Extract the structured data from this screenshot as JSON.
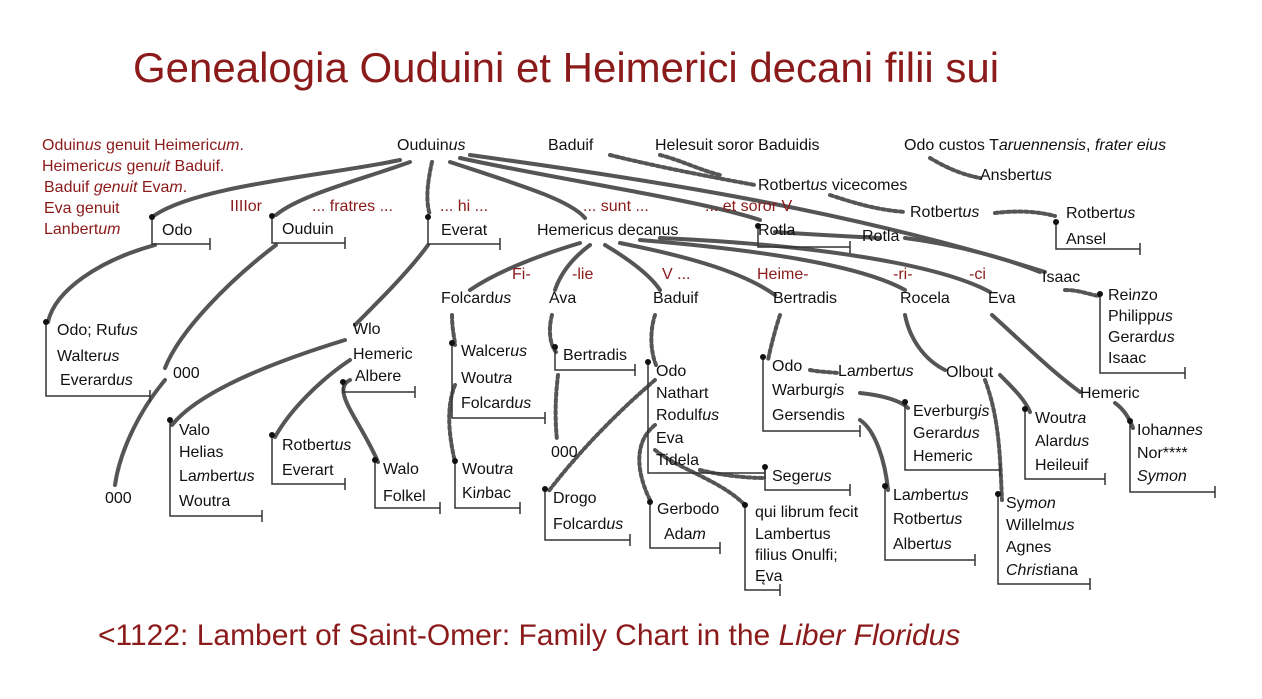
{
  "title": "Genealogia Ouduini et Heimerici decani filii sui",
  "caption": "<1122: Lambert of Saint-Omer: Family Chart in the <i>Liber Floridus</i>",
  "labels": [
    {
      "id": "intro1",
      "text": "Oduin<i>us</i> genuit Heimeric<i>um</i>.",
      "red": true
    },
    {
      "id": "intro2",
      "text": "Heimeric<i>us</i> gen<i>uit</i> Baduif.",
      "red": true
    },
    {
      "id": "intro3",
      "text": "Baduif <i>genuit</i> Eva<i>m</i>.",
      "red": true
    },
    {
      "id": "intro4",
      "text": "Eva genuit",
      "red": true
    },
    {
      "id": "intro5",
      "text": "Lanbert<i>um</i>",
      "red": true
    },
    {
      "id": "ouduinus",
      "text": "Ouduin<i>us</i>"
    },
    {
      "id": "baduif-top",
      "text": "Baduif"
    },
    {
      "id": "helesuit",
      "text": "Helesuit soror Baduidis"
    },
    {
      "id": "odo-custos",
      "text": "Odo custos T<i>aruennensis</i>, <i>frater eius</i>"
    },
    {
      "id": "ansbertus",
      "text": "Ansbert<i>us</i>"
    },
    {
      "id": "rotbertus-vicecomes",
      "text": "Rotbert<i>us</i> vicecomes"
    },
    {
      "id": "rotbertus-2",
      "text": "Rotbert<i>us</i>"
    },
    {
      "id": "rotbertus-3",
      "text": "Rotbert<i>us</i>"
    },
    {
      "id": "ansel",
      "text": "Ansel"
    },
    {
      "id": "iiiilor",
      "text": "IIIIor",
      "red": true
    },
    {
      "id": "fratres",
      "text": "... fratres ...",
      "red": true
    },
    {
      "id": "hi",
      "text": "... hi ...",
      "red": true
    },
    {
      "id": "sunt",
      "text": "... sunt ...",
      "red": true
    },
    {
      "id": "et-soror",
      "text": "... et soror V",
      "red": true
    },
    {
      "id": "odo-1",
      "text": "Odo"
    },
    {
      "id": "ouduin",
      "text": "Ouduin"
    },
    {
      "id": "everat",
      "text": "Everat"
    },
    {
      "id": "hemericus-decanus",
      "text": "Hemericus decanus"
    },
    {
      "id": "rotla-1",
      "text": "Rotla"
    },
    {
      "id": "rotla-2",
      "text": "Rotla"
    },
    {
      "id": "isaac-1",
      "text": "Isaac"
    },
    {
      "id": "fi",
      "text": "Fi-",
      "red": true
    },
    {
      "id": "lie",
      "text": "-lie",
      "red": true
    },
    {
      "id": "v",
      "text": "V ...",
      "red": true
    },
    {
      "id": "heime",
      "text": "Heime-",
      "red": true
    },
    {
      "id": "ri",
      "text": "-ri-",
      "red": true
    },
    {
      "id": "ci",
      "text": "-ci",
      "red": true
    },
    {
      "id": "folcardus-1",
      "text": "Folcard<i>us</i>"
    },
    {
      "id": "ava",
      "text": "Ava"
    },
    {
      "id": "baduif-2",
      "text": "Baduif"
    },
    {
      "id": "bertradis",
      "text": "Bertradis"
    },
    {
      "id": "rocela",
      "text": "Rocela"
    },
    {
      "id": "eva-1",
      "text": "Eva"
    },
    {
      "id": "reinzo",
      "text": "Rei<i>n</i>zo"
    },
    {
      "id": "philippus",
      "text": "Philipp<i>us</i>"
    },
    {
      "id": "gerardus-1",
      "text": "Gerard<i>us</i>"
    },
    {
      "id": "isaac-2",
      "text": "Isaac"
    },
    {
      "id": "odo-rufus",
      "text": "Odo; Ruf<i>us</i>"
    },
    {
      "id": "walterus",
      "text": "Walter<i>us</i>"
    },
    {
      "id": "everardus",
      "text": "Everard<i>us</i>"
    },
    {
      "id": "zero-1",
      "text": "000"
    },
    {
      "id": "wlo",
      "text": "Wlo"
    },
    {
      "id": "hemeric-1",
      "text": "Hemeric"
    },
    {
      "id": "albere",
      "text": "Albere"
    },
    {
      "id": "walcerus",
      "text": "Walcer<i>us</i>"
    },
    {
      "id": "woutra-1",
      "text": "Wout<i>ra</i>"
    },
    {
      "id": "folcardus-2",
      "text": "Folcard<i>us</i>"
    },
    {
      "id": "bertradis-2",
      "text": "Bertradis"
    },
    {
      "id": "odo-2",
      "text": "Odo"
    },
    {
      "id": "nathart",
      "text": "Nathart"
    },
    {
      "id": "rodulfus",
      "text": "Rodulf<i>us</i>"
    },
    {
      "id": "eva-2",
      "text": "Eva"
    },
    {
      "id": "tidela",
      "text": "Tidela"
    },
    {
      "id": "odo-3",
      "text": "Odo"
    },
    {
      "id": "lambertus-1",
      "text": "La<i>m</i>bert<i>us</i>"
    },
    {
      "id": "olbout",
      "text": "Olbout"
    },
    {
      "id": "warburgis",
      "text": "Warburg<i>is</i>"
    },
    {
      "id": "gersendis",
      "text": "Gersendis"
    },
    {
      "id": "everburgis",
      "text": "Everburg<i>is</i>"
    },
    {
      "id": "gerardus-2",
      "text": "Gerard<i>us</i>"
    },
    {
      "id": "hemeric-2",
      "text": "Hemeric"
    },
    {
      "id": "woutra-2",
      "text": "Wout<i>ra</i>"
    },
    {
      "id": "alardus",
      "text": "Alard<i>us</i>"
    },
    {
      "id": "heileuif",
      "text": "Heileuif"
    },
    {
      "id": "hemeric-3",
      "text": "Hemeric"
    },
    {
      "id": "iohannes",
      "text": "Ioha<i>n</i>n<i>es</i>"
    },
    {
      "id": "nor",
      "text": "Nor****"
    },
    {
      "id": "symon-1",
      "text": "<i>Symon</i>"
    },
    {
      "id": "valo",
      "text": "Valo"
    },
    {
      "id": "helias",
      "text": "Helias"
    },
    {
      "id": "lambertus-2",
      "text": "La<i>m</i>bert<i>us</i>"
    },
    {
      "id": "woutra-3",
      "text": "Woutra"
    },
    {
      "id": "rotbertus-4",
      "text": "Rotbert<i>us</i>"
    },
    {
      "id": "everart",
      "text": "Everart"
    },
    {
      "id": "walo",
      "text": "Walo"
    },
    {
      "id": "folkel",
      "text": "Folkel"
    },
    {
      "id": "woutra-4",
      "text": "Wout<i>ra</i>"
    },
    {
      "id": "kinbac",
      "text": "Ki<i>n</i>bac"
    },
    {
      "id": "zero-2",
      "text": "000"
    },
    {
      "id": "drogo",
      "text": "Drogo"
    },
    {
      "id": "folcardus-3",
      "text": "Folcard<i>us</i>"
    },
    {
      "id": "gerbodo",
      "text": "Gerbodo"
    },
    {
      "id": "adam",
      "text": "Ada<i>m</i>"
    },
    {
      "id": "segerus",
      "text": "Seger<i>us</i>"
    },
    {
      "id": "qui-librum",
      "text": "qui librum fecit"
    },
    {
      "id": "lambertus-3",
      "text": "Lambertus"
    },
    {
      "id": "filius",
      "text": "filius Onulfi;"
    },
    {
      "id": "eva-3",
      "text": "Ęva"
    },
    {
      "id": "lambertus-4",
      "text": "La<i>m</i>bert<i>us</i>"
    },
    {
      "id": "rotbertus-5",
      "text": "Rotbert<i>us</i>"
    },
    {
      "id": "albertus",
      "text": "Albert<i>us</i>"
    },
    {
      "id": "symon-2",
      "text": "Sy<i>mon</i>"
    },
    {
      "id": "willelmus",
      "text": "Willelm<i>us</i>"
    },
    {
      "id": "agnes",
      "text": "Agnes"
    },
    {
      "id": "christiana",
      "text": "<i>Christ</i>iana"
    },
    {
      "id": "zero-3",
      "text": "000"
    }
  ]
}
